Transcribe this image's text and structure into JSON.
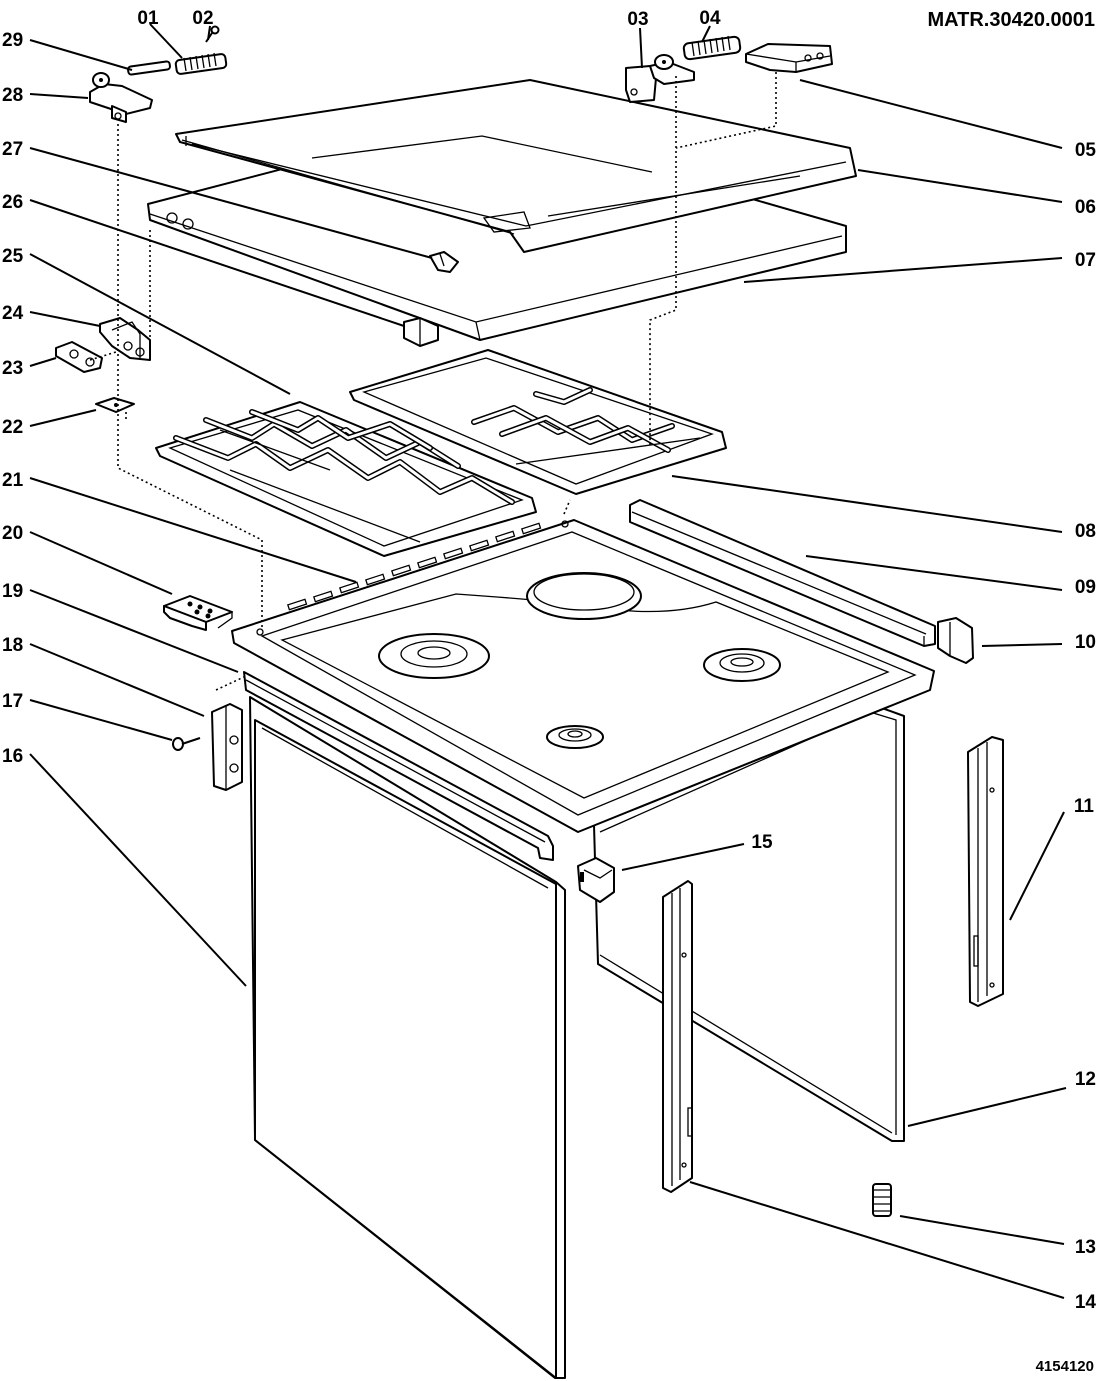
{
  "header": {
    "matr": "MATR.30420.0001"
  },
  "footer": {
    "code": "4154120"
  },
  "callouts": {
    "p01": "01",
    "p02": "02",
    "p03": "03",
    "p04": "04",
    "p05": "05",
    "p06": "06",
    "p07": "07",
    "p08": "08",
    "p09": "09",
    "p10": "10",
    "p11": "11",
    "p12": "12",
    "p13": "13",
    "p14": "14",
    "p15": "15",
    "p16": "16",
    "p17": "17",
    "p18": "18",
    "p19": "19",
    "p20": "20",
    "p21": "21",
    "p22": "22",
    "p23": "23",
    "p24": "24",
    "p25": "25",
    "p26": "26",
    "p27": "27",
    "p28": "28",
    "p29": "29"
  }
}
